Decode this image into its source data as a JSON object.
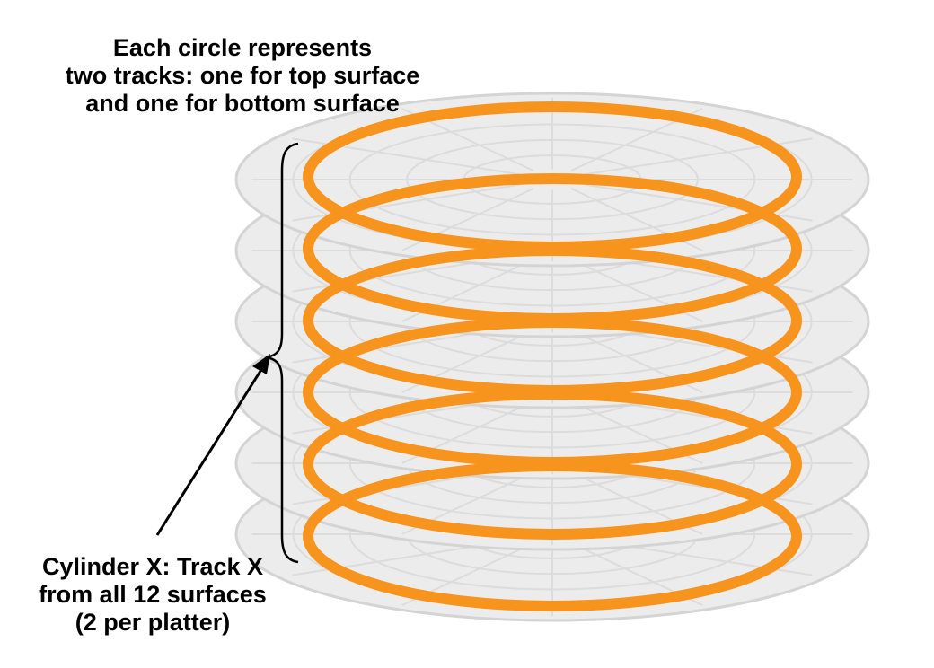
{
  "top_caption": {
    "lines": [
      "Each circle represents",
      "two tracks: one for top surface",
      "and one for bottom surface"
    ]
  },
  "bottom_caption": {
    "lines": [
      "Cylinder X: Track X",
      "from all 12 surfaces",
      "(2 per platter)"
    ]
  },
  "diagram": {
    "platter_count": 6,
    "track_ring_count": 6,
    "colors": {
      "platter_fill": "#ececec",
      "platter_stroke": "#d4d4d4",
      "platter_detail": "#dcdcdc",
      "track": "#f7941d",
      "annotation": "#000000"
    }
  }
}
